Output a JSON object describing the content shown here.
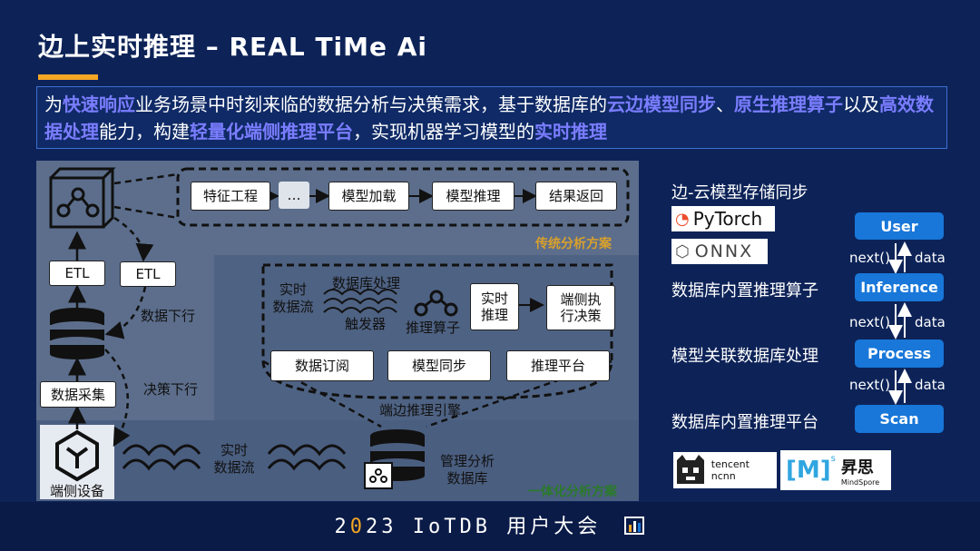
{
  "slide": {
    "title": "边上实时推理 – REAL TiMe Ai"
  },
  "intro": {
    "p1": "为",
    "h1": "快速响应",
    "p2": "业务场景中时刻来临的数据分析与决策需求，基于数据库的",
    "h2": "云边模型同步",
    "p3": "、",
    "h3": "原生推理算子",
    "p4": "以及",
    "h4": "高效数据处理",
    "p5": "能力，构建",
    "h5": "轻量化端侧推理平台",
    "p6": "，实现机器学习模型的",
    "h6": "实时推理"
  },
  "diagram": {
    "top_flow": [
      "特征工程",
      "…",
      "模型加载",
      "模型推理",
      "结果返回"
    ],
    "traditional_label": "传统分析方案",
    "etl_left": "ETL",
    "etl_right": "ETL",
    "data_down": "数据下行",
    "decision_down": "决策下行",
    "collect": "数据采集",
    "device": "端侧设备",
    "realtime_stream_top": "实时\n数据流",
    "db_processing": "数据库处理",
    "trigger": "触发器",
    "inference_op": "推理算子",
    "realtime_infer": "实时\n推理",
    "edge_exec": "端侧执\n行决策",
    "sub_boxes": [
      "数据订阅",
      "模型同步",
      "推理平台"
    ],
    "edge_engine": "端边推理引擎",
    "realtime_stream_bottom": "实时\n数据流",
    "mgmt_db": "管理分析\n数据库",
    "integrated_label": "一体化分析方案"
  },
  "right": {
    "sync_title": "边-云模型存储同步",
    "pytorch": "PyTorch",
    "onnx": "ONNX",
    "builtin_op": "数据库内置推理算子",
    "model_db": "模型关联数据库处理",
    "builtin_platform": "数据库内置推理平台",
    "pills": [
      "User",
      "Inference",
      "Process",
      "Scan"
    ],
    "next_label": "next()",
    "data_label": "data",
    "ncnn": "tencent ncnn",
    "mindspore_cn": "昇思",
    "mindspore_en": "MindSpore"
  },
  "footer": {
    "year_a": "2",
    "year_b": "0",
    "year_c": "23 IoTDB 用户大会"
  },
  "colors": {
    "background": "#0d2358",
    "accent": "#f5a623",
    "highlight": "#7b7dff",
    "pill": "#1877d9"
  }
}
